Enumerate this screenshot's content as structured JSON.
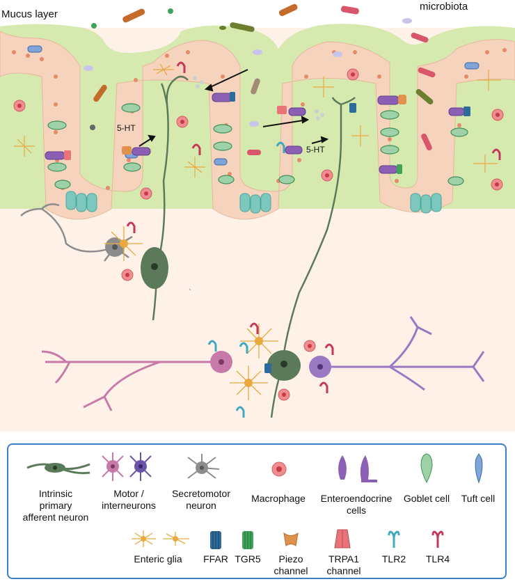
{
  "labels": {
    "mucus_layer": "Mucus layer",
    "microbiota": "microbiota",
    "ht_left": "5-HT",
    "ht_right": "5-HT"
  },
  "legend": {
    "ipan": [
      "Intrinsic",
      "primary",
      "afferent neuron"
    ],
    "motor": [
      "Motor /",
      "interneurons"
    ],
    "secretomotor": [
      "Secretomotor",
      "neuron"
    ],
    "macrophage": "Macrophage",
    "enteroendocrine": [
      "Enteroendocrine",
      "cells"
    ],
    "goblet": "Goblet cell",
    "tuft": "Tuft cell",
    "glia": "Enteric glia",
    "ffar": "FFAR",
    "tgr5": "TGR5",
    "piezo": [
      "Piezo",
      "channel"
    ],
    "trpa1": [
      "TRPA1",
      "channel"
    ],
    "tlr2": "TLR2",
    "tlr4": "TLR4"
  },
  "colors": {
    "mucus": "#d6eab0",
    "epithelium": "#f6d3bd",
    "lamina": "#fdf1e8",
    "ipan": "#5a7a5a",
    "motor_pink": "#c77aa8",
    "motor_purple": "#9b79c2",
    "secretomotor": "#8c8c8c",
    "glia": "#e9a93e",
    "macrophage": "#ef6f73",
    "enteroendocrine": "#8a5fb4",
    "goblet": "#55a86a",
    "tuft": "#5b86c6",
    "ffar": "#2e6a9a",
    "tgr5": "#3fa35a",
    "piezo": "#e0914b",
    "trpa1": "#e8747a",
    "tlr2": "#3fa8c0",
    "tlr4": "#c2395b",
    "legend_border": "#3b7fc4"
  }
}
